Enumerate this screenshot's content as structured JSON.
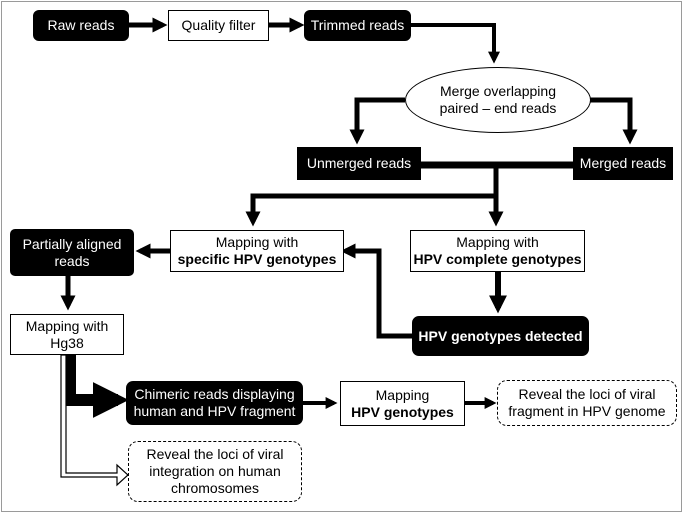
{
  "nodes": {
    "raw_reads": "Raw reads",
    "quality_filter": "Quality filter",
    "trimmed_reads": "Trimmed reads",
    "merge_line1": "Merge overlapping",
    "merge_line2": "paired – end reads",
    "unmerged_reads": "Unmerged reads",
    "merged_reads": "Merged reads",
    "partially_aligned_line1": "Partially aligned",
    "partially_aligned_line2": "reads",
    "mapping_specific_line1": "Mapping with",
    "mapping_specific_line2": "specific HPV genotypes",
    "mapping_complete_line1": "Mapping with",
    "mapping_complete_line2": "HPV complete genotypes",
    "hpv_detected": "HPV genotypes detected",
    "mapping_hg38_line1": "Mapping with",
    "mapping_hg38_line2": "Hg38",
    "chimeric_line1": "Chimeric reads displaying",
    "chimeric_line2": "human and HPV fragment",
    "mapping_hpv_line1": "Mapping",
    "mapping_hpv_line2": "HPV genotypes",
    "reveal_viral_line1": "Reveal the loci of viral",
    "reveal_viral_line2": "fragment in HPV genome",
    "reveal_human_line1": "Reveal the loci of viral",
    "reveal_human_line2": "integration on human",
    "reveal_human_line3": "chromosomes"
  },
  "colors": {
    "dark_fill": "#000000",
    "light_fill": "#ffffff",
    "frame": "#9a9a9a"
  }
}
